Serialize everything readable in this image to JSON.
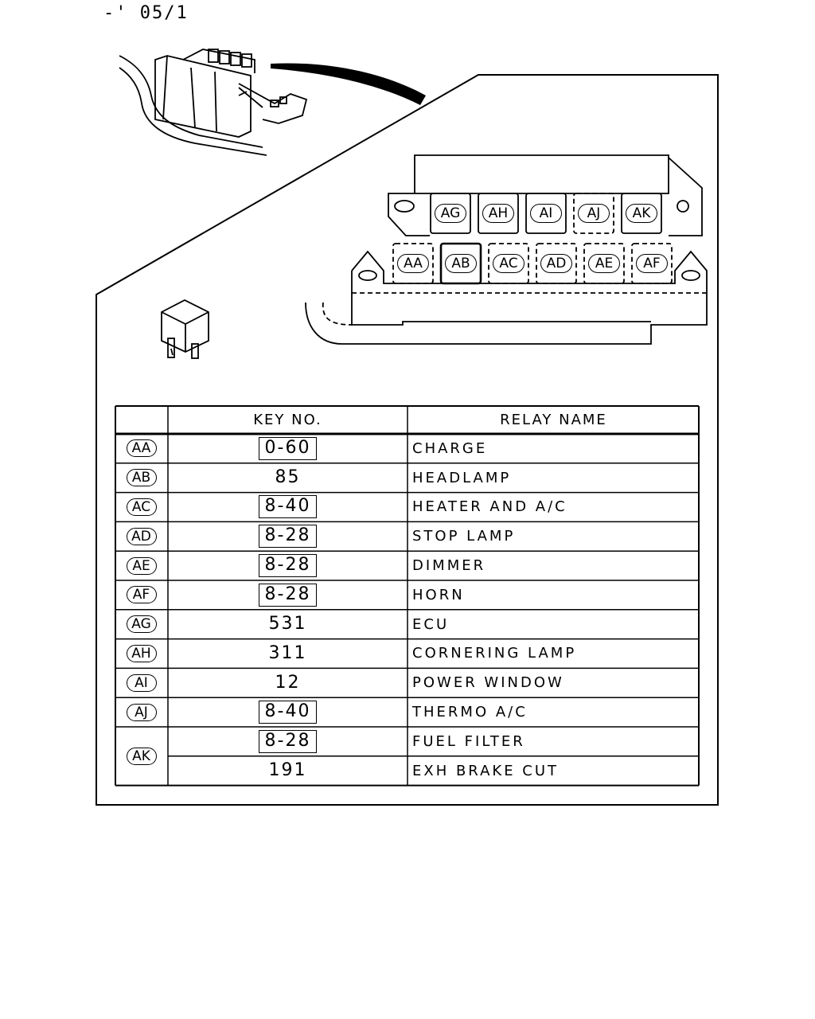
{
  "page_code": "-' 05/1",
  "connector_top_row": [
    "AG",
    "AH",
    "AI",
    "AJ",
    "AK"
  ],
  "connector_bottom_row": [
    "AA",
    "AB",
    "AC",
    "AD",
    "AE",
    "AF"
  ],
  "table": {
    "headers": {
      "id": "",
      "key": "KEY NO.",
      "name": "RELAY NAME"
    },
    "rows": [
      {
        "id": "AA",
        "key": "0-60",
        "boxed": true,
        "name": "CHARGE"
      },
      {
        "id": "AB",
        "key": "85",
        "boxed": false,
        "name": "HEADLAMP"
      },
      {
        "id": "AC",
        "key": "8-40",
        "boxed": true,
        "name": "HEATER AND A/C"
      },
      {
        "id": "AD",
        "key": "8-28",
        "boxed": true,
        "name": "STOP LAMP"
      },
      {
        "id": "AE",
        "key": "8-28",
        "boxed": true,
        "name": "DIMMER"
      },
      {
        "id": "AF",
        "key": "8-28",
        "boxed": true,
        "name": "HORN"
      },
      {
        "id": "AG",
        "key": "531",
        "boxed": false,
        "name": "ECU"
      },
      {
        "id": "AH",
        "key": "311",
        "boxed": false,
        "name": "CORNERING LAMP"
      },
      {
        "id": "AI",
        "key": "12",
        "boxed": false,
        "name": "POWER WINDOW"
      },
      {
        "id": "AJ",
        "key": "8-40",
        "boxed": true,
        "name": "THERMO A/C"
      },
      {
        "id": "AK",
        "key": "8-28",
        "boxed": true,
        "name": "FUEL FILTER"
      },
      {
        "id": "AK",
        "key": "191",
        "boxed": false,
        "name": "EXH BRAKE CUT"
      }
    ]
  }
}
